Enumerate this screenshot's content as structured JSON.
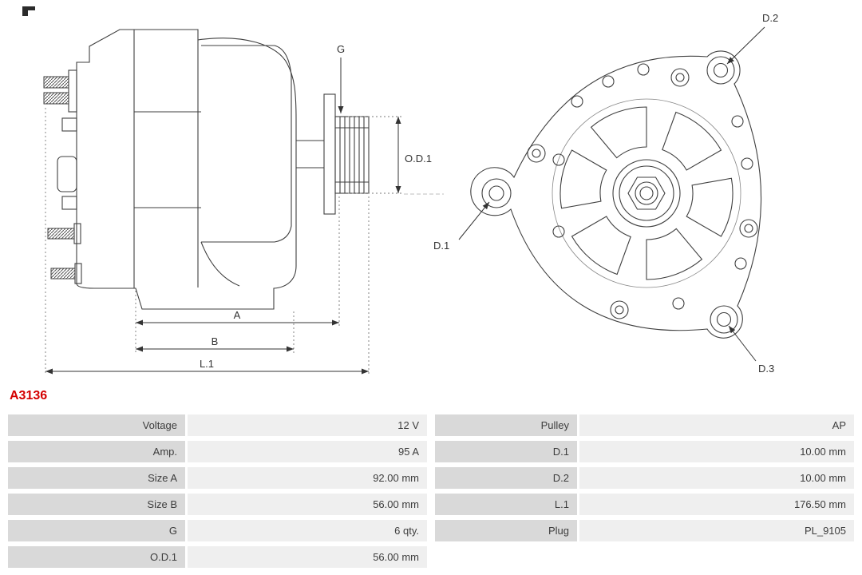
{
  "part_number": "A3136",
  "diagram": {
    "labels": {
      "g": "G",
      "od1": "O.D.1",
      "a": "A",
      "b": "B",
      "l1": "L.1",
      "d1": "D.1",
      "d2": "D.2",
      "d3": "D.3"
    }
  },
  "specs": {
    "left": [
      {
        "label": "Voltage",
        "value": "12 V"
      },
      {
        "label": "Amp.",
        "value": "95 A"
      },
      {
        "label": "Size A",
        "value": "92.00 mm"
      },
      {
        "label": "Size B",
        "value": "56.00 mm"
      },
      {
        "label": "G",
        "value": "6 qty."
      },
      {
        "label": "O.D.1",
        "value": "56.00 mm"
      }
    ],
    "right": [
      {
        "label": "Pulley",
        "value": "AP"
      },
      {
        "label": "D.1",
        "value": "10.00 mm"
      },
      {
        "label": "D.2",
        "value": "10.00 mm"
      },
      {
        "label": "L.1",
        "value": "176.50 mm"
      },
      {
        "label": "Plug",
        "value": "PL_9105"
      }
    ]
  },
  "colors": {
    "part_number_red": "#d40000",
    "table_label_bg": "#d9d9d9",
    "table_value_bg": "#efefef",
    "line_color": "#3f3f3f"
  }
}
